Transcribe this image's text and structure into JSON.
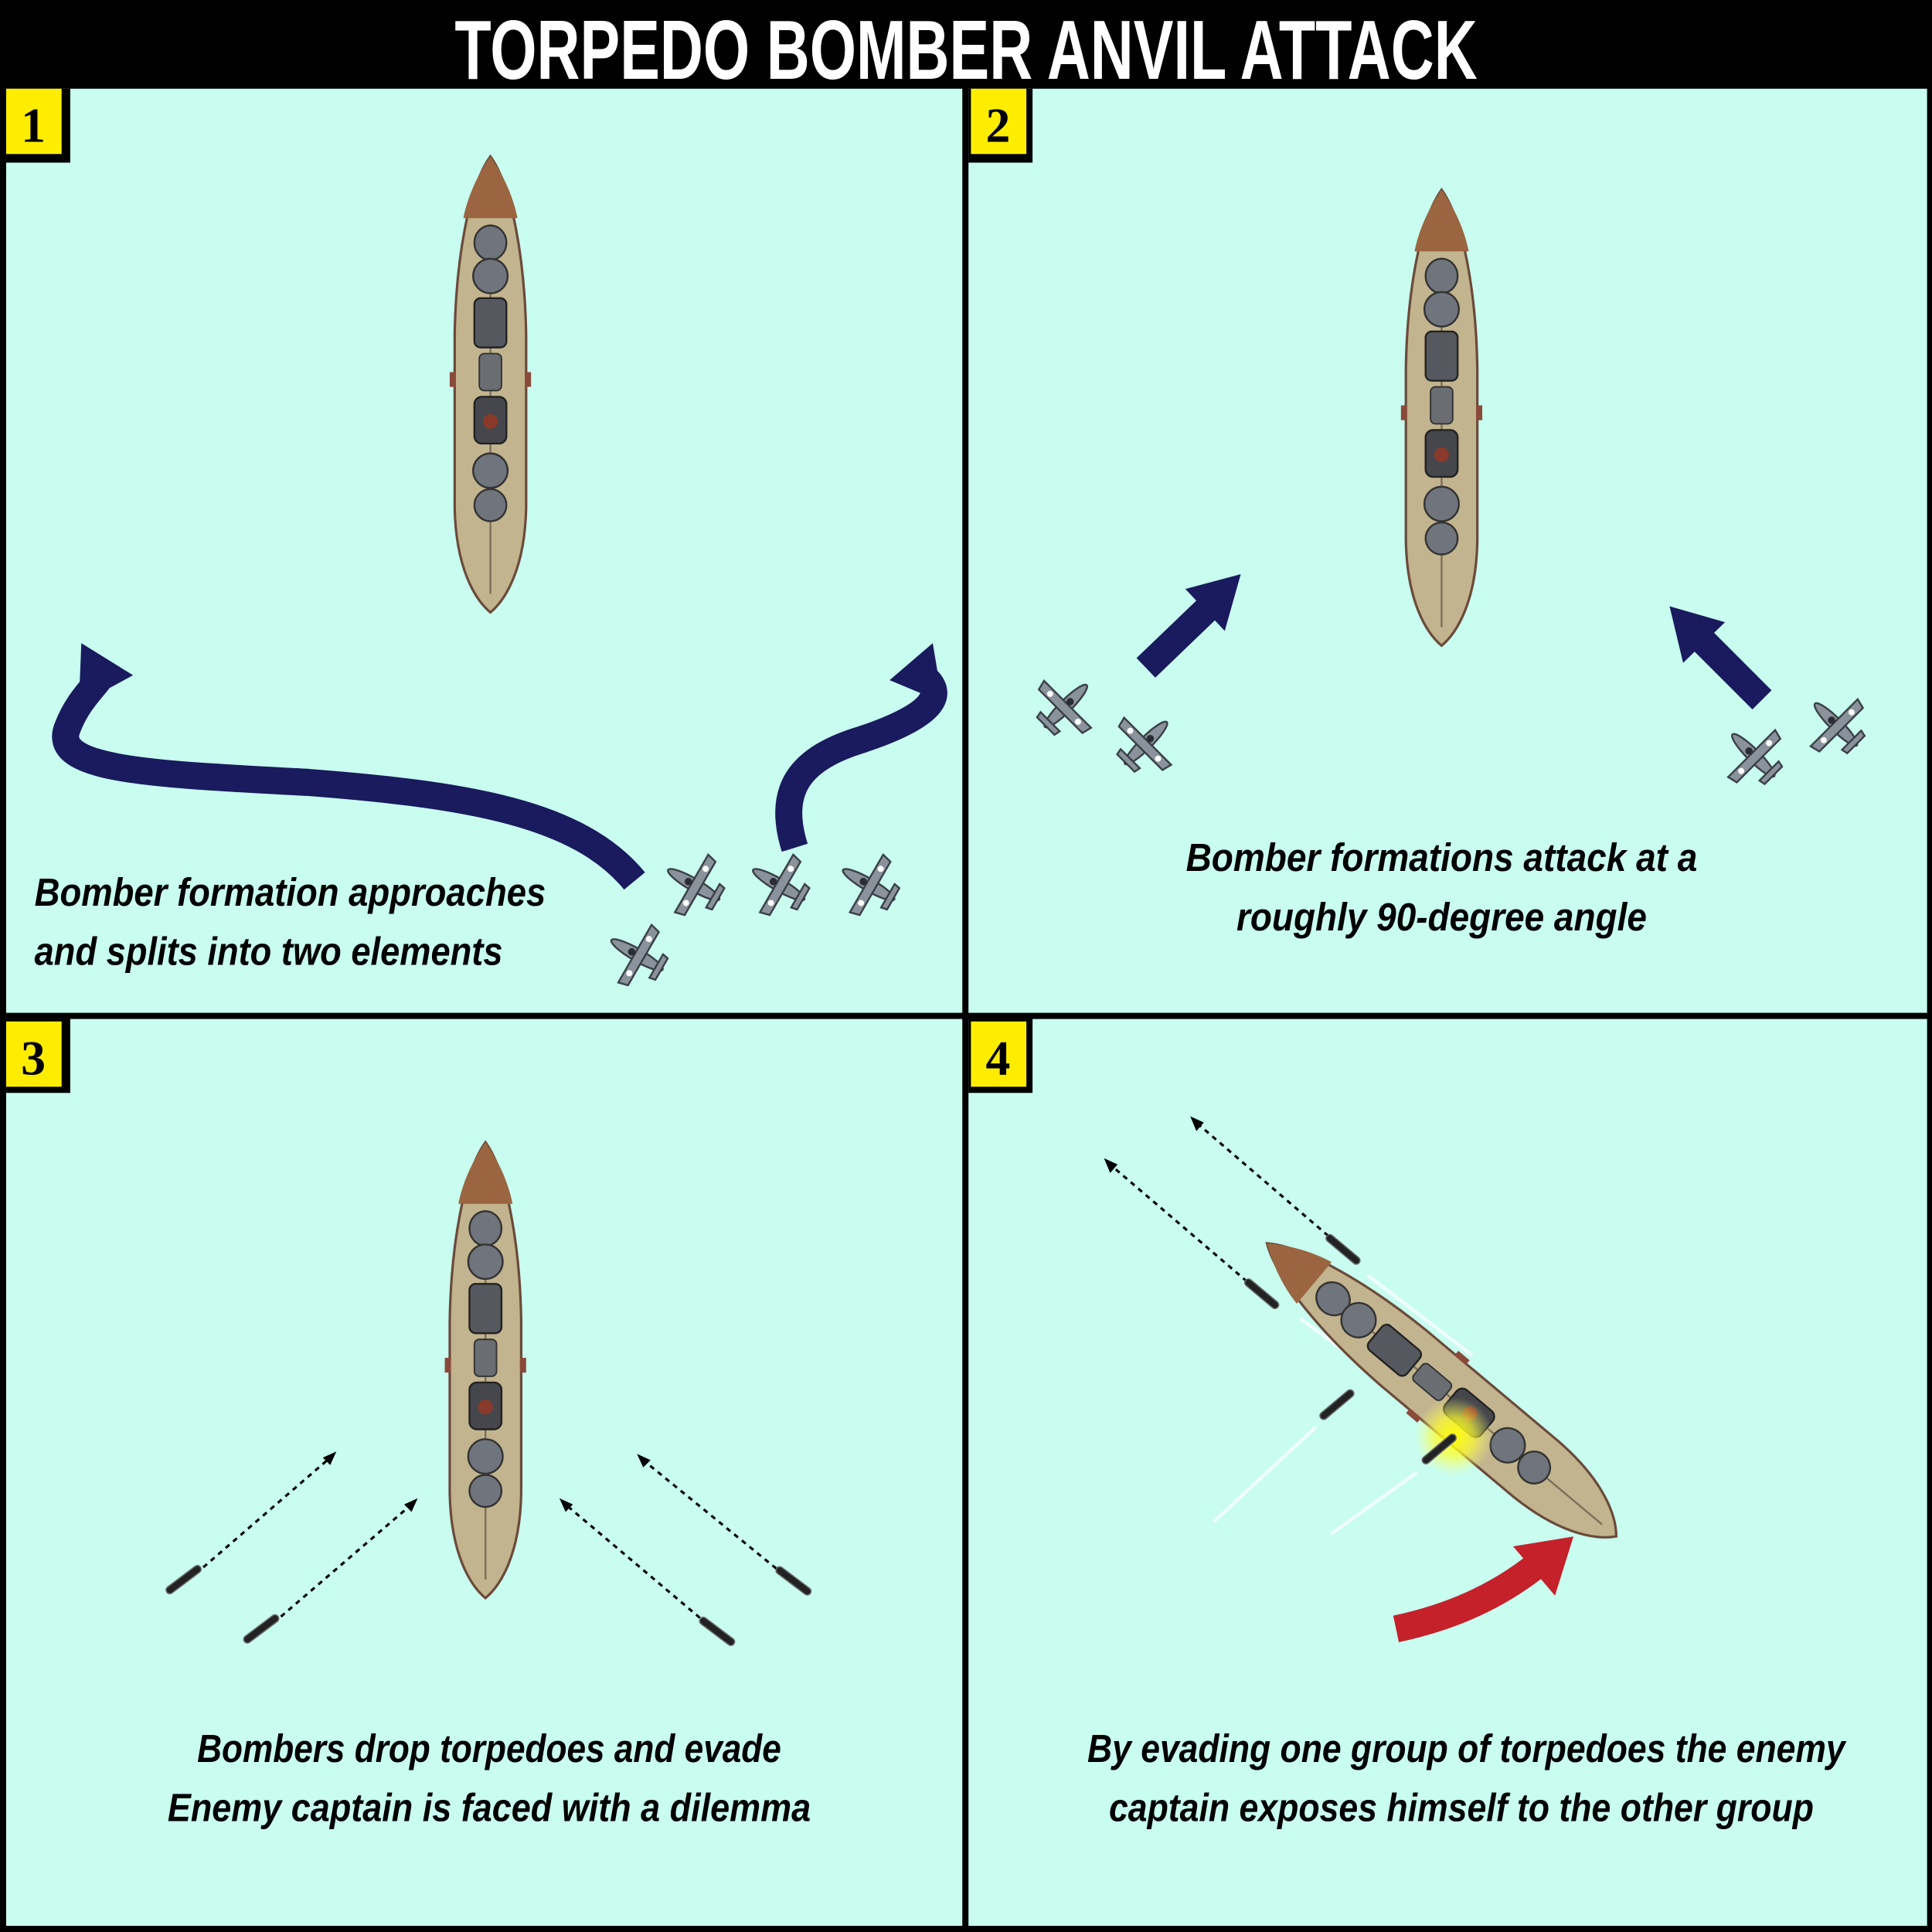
{
  "title": "TORPEDO BOMBER ANVIL ATTACK",
  "colors": {
    "background": "#000000",
    "water": "#c8fdf0",
    "badge": "#ffed00",
    "maneuver_arrow": "#1a1a5e",
    "evasion_arrow": "#c4212b",
    "hit_glow": "#ffff00",
    "ship_deck": "#c2b48e",
    "ship_bow": "#9a6540",
    "plane": "#8a929c"
  },
  "panels": [
    {
      "number": "1",
      "caption": [
        "Bomber formation approaches",
        "and splits into two elements"
      ]
    },
    {
      "number": "2",
      "caption": [
        "Bomber formations attack at a",
        "roughly 90-degree angle"
      ]
    },
    {
      "number": "3",
      "caption": [
        "Bombers drop torpedoes and evade",
        "Enemy captain is faced with a dilemma"
      ]
    },
    {
      "number": "4",
      "caption": [
        "By evading one group of torpedoes the enemy",
        "captain exposes himself to the other group"
      ]
    }
  ],
  "icons": [
    "battleship-icon",
    "torpedo-bomber-icon",
    "torpedo-icon",
    "arrow-icon",
    "explosion-icon"
  ]
}
